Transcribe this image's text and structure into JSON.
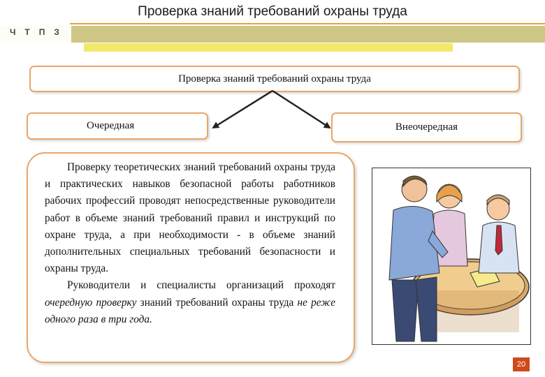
{
  "header": {
    "title": "Проверка знаний требований охраны труда",
    "logo": "ЧТПЗ"
  },
  "diagram": {
    "top_box": "Проверка знаний требований охраны  труда",
    "left_box": "Очередная",
    "right_box": "Внеочередная"
  },
  "body_text": {
    "paragraph1": "Проверку теоретических знаний требований охраны труда и практических навыков безопасной работы работников рабочих профессий проводят непосредственные руководители работ в объеме знаний требований правил и инструкций по охране труда, а при необходимости - в объеме знаний дополнительных специальных требований безопасности и охраны труда.",
    "p2_part1": "Руководители и специалисты организаций проходят ",
    "p2_italic1": "очередную проверку",
    "p2_part2": " знаний требований охраны труда ",
    "p2_italic2": "не реже одного раза в три года."
  },
  "footer": {
    "page_number": "20"
  },
  "colors": {
    "accent_orange": "#e8a66a",
    "olive": "#cfc785",
    "yellow": "#f2e96a",
    "page_badge": "#d04a1c"
  }
}
